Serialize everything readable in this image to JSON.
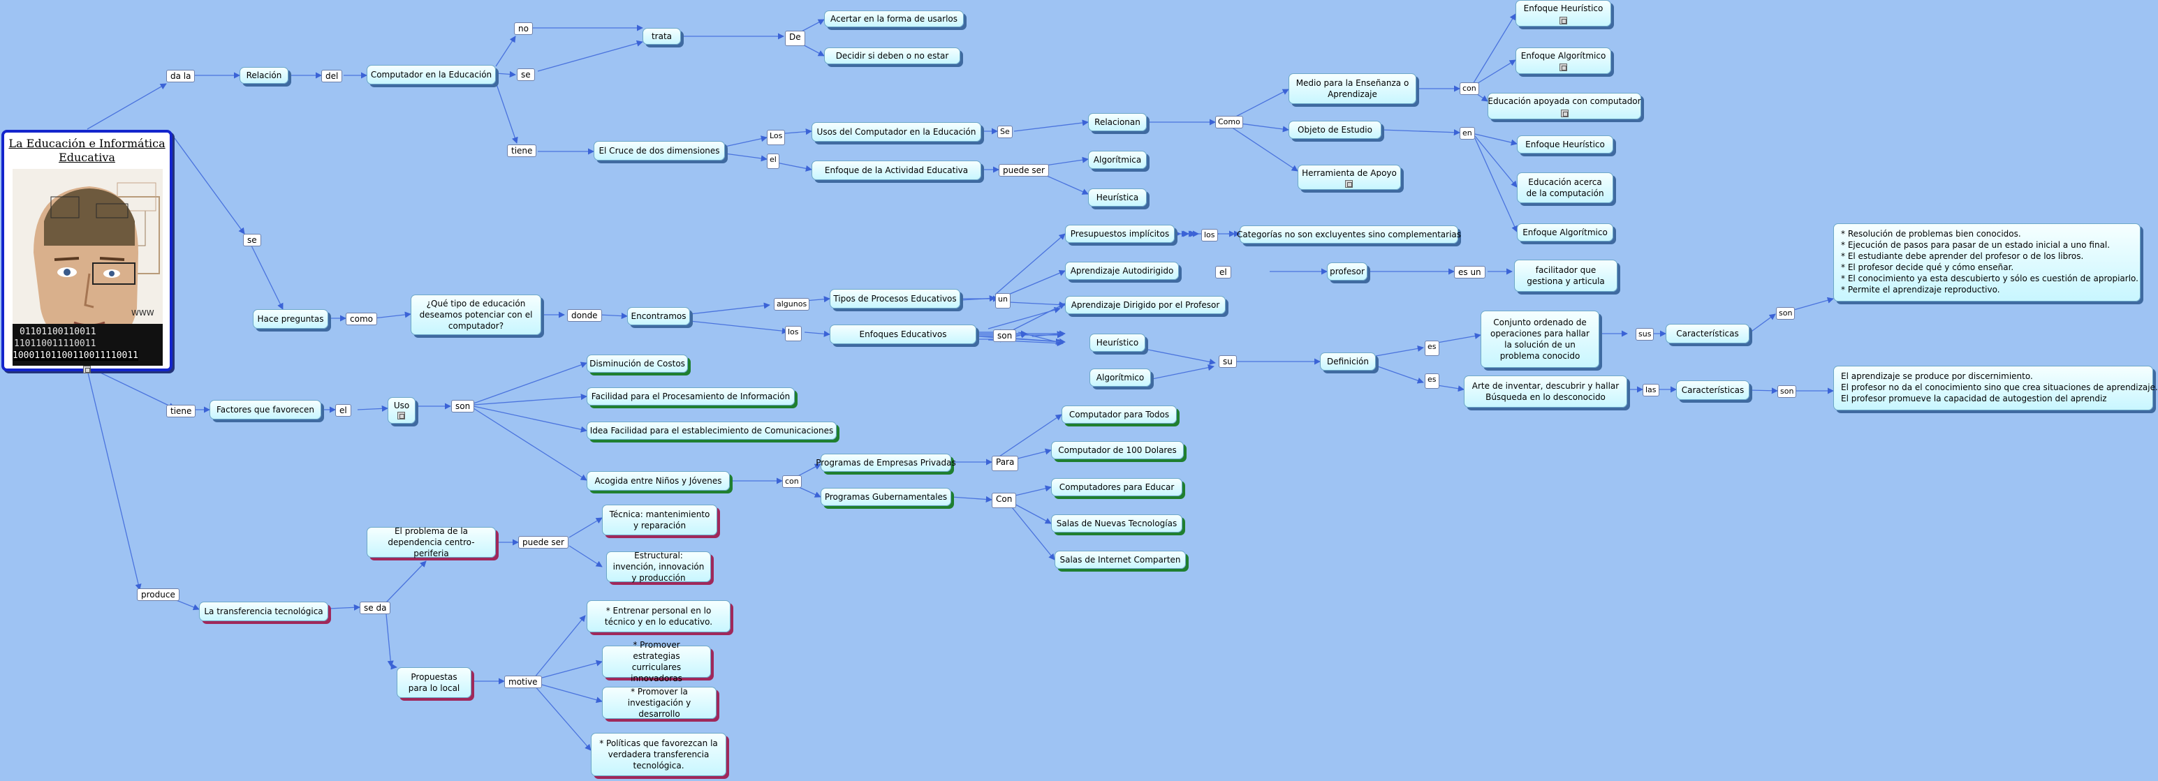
{
  "root": {
    "title": "La Educación e Informática Educativa",
    "image_label": "WWW",
    "binary_1": "01101100110011",
    "binary_2": "110110011110011",
    "binary_3": "10001101100110011110011"
  },
  "nodes": {
    "relacion": "Relación",
    "computador": "Computador en la Educación",
    "trata": "trata",
    "acertar": "Acertar en la forma de usarlos",
    "decidir": "Decidir si deben o no estar",
    "cruce": "El Cruce de dos dimensiones",
    "usos": "Usos del Computador en la Educación",
    "enfoque_actividad": "Enfoque de la Actividad Educativa",
    "relacionan": "Relacionan",
    "algoritmica": "Algorítmica",
    "heuristica": "Heurística",
    "medio": "Medio para la Enseñanza o Aprendizaje",
    "objeto": "Objeto de Estudio",
    "herramienta": "Herramienta de Apoyo",
    "enf_heuristico_1": "Enfoque Heurístico",
    "enf_algoritmico_1": "Enfoque Algorítmico",
    "educ_apoyada": "Educación apoyada con computador",
    "enf_heuristico_2": "Enfoque Heurístico",
    "educ_acerca": "Educación acerca de la computación",
    "enf_algoritmico_2": "Enfoque Algorítmico",
    "hace_preguntas": "Hace preguntas",
    "que_tipo": "¿Qué tipo de educación deseamos potenciar con el computador?",
    "encontramos": "Encontramos",
    "tipos_procesos": "Tipos de Procesos Educativos",
    "enfoques_educativos": "Enfoques Educativos",
    "presupuestos": "Presupuestos implícitos",
    "categorias": "Categorías no son excluyentes sino complementarias",
    "autodirigido": "Aprendizaje Autodirigido",
    "profesor": "profesor",
    "facilitador": "facilitador que gestiona y articula",
    "dirigido": "Aprendizaje Dirigido por el Profesor",
    "heuristico_b": "Heurístico",
    "algoritmico_b": "Algorítmico",
    "definicion": "Definición",
    "conjunto": "Conjunto ordenado de operaciones para hallar la solución de un problema conocido",
    "arte": "Arte de inventar, descubrir y hallar Búsqueda en lo desconocido",
    "caracteristicas_1": "Características",
    "caracteristicas_2": "Características",
    "lista_1": [
      "* Resolución de problemas bien conocidos.",
      "* Ejecución de pasos para pasar de un estado inicial a uno final.",
      "* El estudiante debe aprender del profesor o de los libros.",
      "* El profesor decide qué y cómo enseñar.",
      "* El conocimiento ya esta descubierto y sólo es cuestión de apropiarlo.",
      "* Permite el aprendizaje reproductivo."
    ],
    "lista_2": [
      "El aprendizaje se produce por discernimiento.",
      "El profesor no da el conocimiento sino que crea situaciones de aprendizaje.",
      "El profesor promueve la capacidad de autogestion del aprendiz"
    ],
    "factores": "Factores que favorecen",
    "uso": "Uso",
    "costos": "Disminución de Costos",
    "facilidad": "Facilidad para el Procesamiento de Información",
    "idea": "Idea Facilidad para el establecimiento de Comunicaciones",
    "acogida": "Acogida entre Niños y Jóvenes",
    "prog_privadas": "Programas de Empresas Privadas",
    "prog_gubern": "Programas Gubernamentales",
    "comp_todos": "Computador para Todos",
    "comp_100": "Computador de 100 Dolares",
    "comp_educar": "Computadores para Educar",
    "salas_nuevas": "Salas de Nuevas Tecnologías",
    "salas_internet": "Salas de Internet Comparten",
    "problema": "El problema de la dependencia centro-periferia",
    "tecnica": "Técnica: mantenimiento y reparación",
    "estructural": "Estructural: invención, innovación y producción",
    "transferencia": "La transferencia tecnológica",
    "propuestas": "Propuestas para lo local",
    "entrenar": "* Entrenar personal en lo técnico y en lo educativo.",
    "promover_estrategias": "* Promover estrategias curriculares innovadoras",
    "promover_inv": "* Promover la investigación y desarrollo",
    "politicas": "* Políticas que favorezcan la verdadera transferencia tecnológica."
  },
  "links": {
    "da_la": "da la",
    "del": "del",
    "no": "no",
    "se_1": "se",
    "de": "De",
    "tiene_1": "tiene",
    "los_1": "Los",
    "el_1": "el",
    "se_2": "Se",
    "puede_ser_1": "puede ser",
    "como": "Como",
    "con_1": "con",
    "en": "en",
    "se_3": "se",
    "como_2": "como",
    "donde": "donde",
    "algunos": "algunos",
    "los_2": "los",
    "un": "un",
    "los_3": "los",
    "el_2": "el",
    "es_un": "es un",
    "son_1": "son",
    "su": "su",
    "es_1": "es",
    "es_2": "es",
    "sus": "sus",
    "las": "las",
    "son_2": "son",
    "son_3": "son",
    "tiene_2": "tiene",
    "el_3": "el",
    "son_4": "son",
    "con_2": "con",
    "para": "Para",
    "con_3": "Con",
    "puede_ser_2": "puede ser",
    "produce": "produce",
    "se_da": "se da",
    "motive": "motive"
  }
}
